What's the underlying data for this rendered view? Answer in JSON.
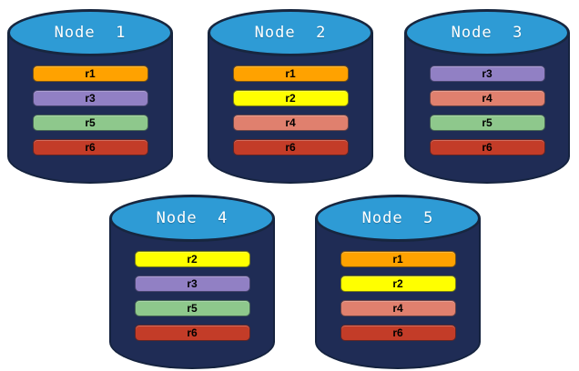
{
  "diagram": {
    "description_type": "database-nodes-replica-placement",
    "node_count": 5,
    "replica_ids": [
      "r1",
      "r2",
      "r3",
      "r4",
      "r5",
      "r6"
    ]
  },
  "colors": {
    "cylinder_body": "#1F2C55",
    "cylinder_outline": "#15233F",
    "cylinder_top": "#2E9BD5",
    "title_text": "#FFFFFF",
    "bar_text": "#000000",
    "replicas": {
      "r1": "#FFA200",
      "r2": "#FFFF00",
      "r3": "#9180C4",
      "r4": "#E0806E",
      "r5": "#8EC88C",
      "r6": "#C33C28"
    }
  },
  "nodes": [
    {
      "label": "Node  1",
      "replicas": [
        "r1",
        "r3",
        "r5",
        "r6"
      ]
    },
    {
      "label": "Node  2",
      "replicas": [
        "r1",
        "r2",
        "r4",
        "r6"
      ]
    },
    {
      "label": "Node  3",
      "replicas": [
        "r3",
        "r4",
        "r5",
        "r6"
      ]
    },
    {
      "label": "Node  4",
      "replicas": [
        "r2",
        "r3",
        "r5",
        "r6"
      ]
    },
    {
      "label": "Node  5",
      "replicas": [
        "r1",
        "r2",
        "r4",
        "r6"
      ]
    }
  ]
}
